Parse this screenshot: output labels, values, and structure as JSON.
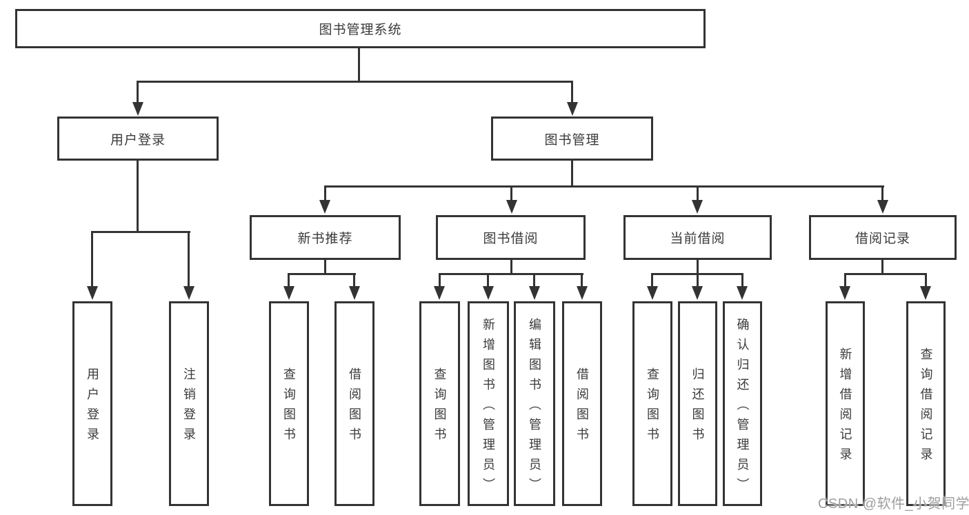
{
  "diagram": {
    "root": "图书管理系统",
    "level2": [
      "用户登录",
      "图书管理"
    ],
    "level3": [
      "新书推荐",
      "图书借阅",
      "当前借阅",
      "借阅记录"
    ],
    "leaves": [
      [
        "用户登录",
        "注销登录"
      ],
      [
        "查询图书",
        "借阅图书"
      ],
      [
        "查询图书",
        "新增图书（管理员）",
        "编辑图书（管理员）",
        "借阅图书"
      ],
      [
        "查询图书",
        "归还图书",
        "确认归还（管理员）"
      ],
      [
        "新增借阅记录",
        "查询借阅记录"
      ]
    ]
  },
  "watermark": "CSDN @软件_小贺同学",
  "colors": {
    "line": "#333333",
    "text": "#3a3a3a",
    "watermark": "#9e9e9e",
    "background": "#ffffff"
  }
}
